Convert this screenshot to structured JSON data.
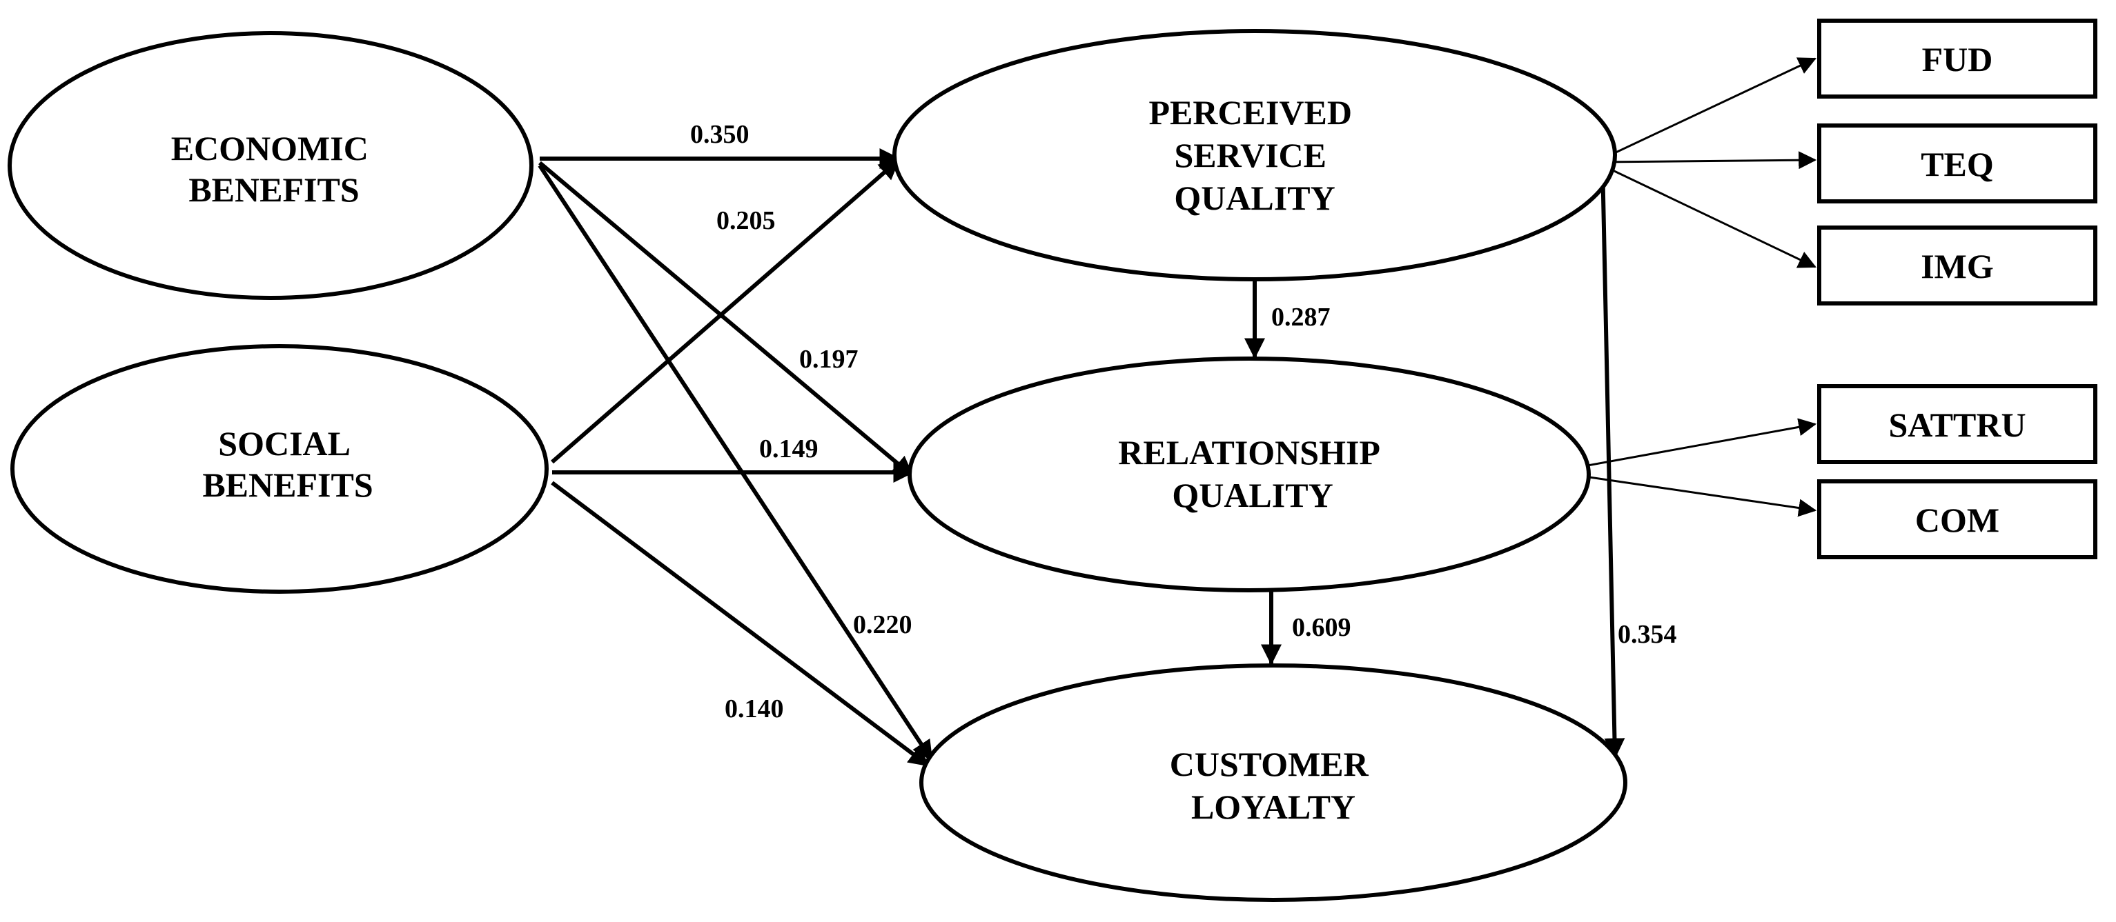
{
  "nodes": {
    "economic_benefits": {
      "lines": [
        "ECONOMIC",
        "BENEFITS"
      ]
    },
    "social_benefits": {
      "lines": [
        "SOCIAL",
        "BENEFITS"
      ]
    },
    "perceived_service_quality": {
      "lines": [
        "PERCEIVED",
        "SERVICE",
        "QUALITY"
      ]
    },
    "relationship_quality": {
      "lines": [
        "RELATIONSHIP",
        "QUALITY"
      ]
    },
    "customer_loyalty": {
      "lines": [
        "CUSTOMER",
        "LOYALTY"
      ]
    }
  },
  "indicators": {
    "fud": "FUD",
    "teq": "TEQ",
    "img": "IMG",
    "sattru": "SATTRU",
    "com": "COM"
  },
  "paths": {
    "eb_psq": "0.350",
    "sb_psq": "0.205",
    "eb_rq": "0.197",
    "sb_rq": "0.149",
    "eb_cl": "0.220",
    "sb_cl": "0.140",
    "psq_rq": "0.287",
    "rq_cl": "0.609",
    "psq_cl": "0.354"
  },
  "colors": {
    "stroke": "#000000",
    "fill": "#ffffff"
  }
}
